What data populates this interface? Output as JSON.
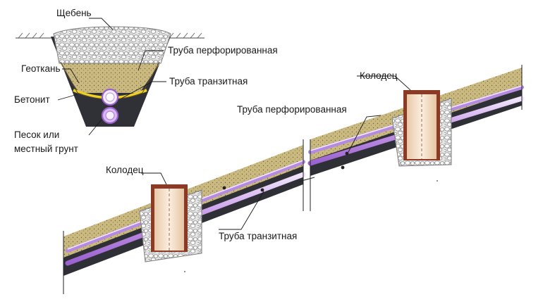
{
  "labels": {
    "gravel": "Щебень",
    "perforated_pipe_top": "Труба перфорированная",
    "geotextile": "Геоткань",
    "transit_pipe_top": "Труба транзитная",
    "bentonite": "Бетонит",
    "sand_line1": "Песок или",
    "sand_line2": "местный грунт",
    "well_left": "Колодец",
    "well_right": "Колодец",
    "perforated_pipe_mid": "Труба перфорированная",
    "transit_pipe_bottom": "Труба транзитная"
  },
  "colors": {
    "gravel_fill": "#e2e2e2",
    "gravel_edge": "#8a8a8a",
    "sand": "#cdbd84",
    "soil_dark": "#6b6455",
    "trench_base": "#2f3136",
    "bentonite": "#f0d020",
    "pipe": "#b37de0",
    "pipe_light": "#ecdcfa",
    "well_frame": "#8b3a26",
    "well_inner": "#f3ddc6"
  }
}
